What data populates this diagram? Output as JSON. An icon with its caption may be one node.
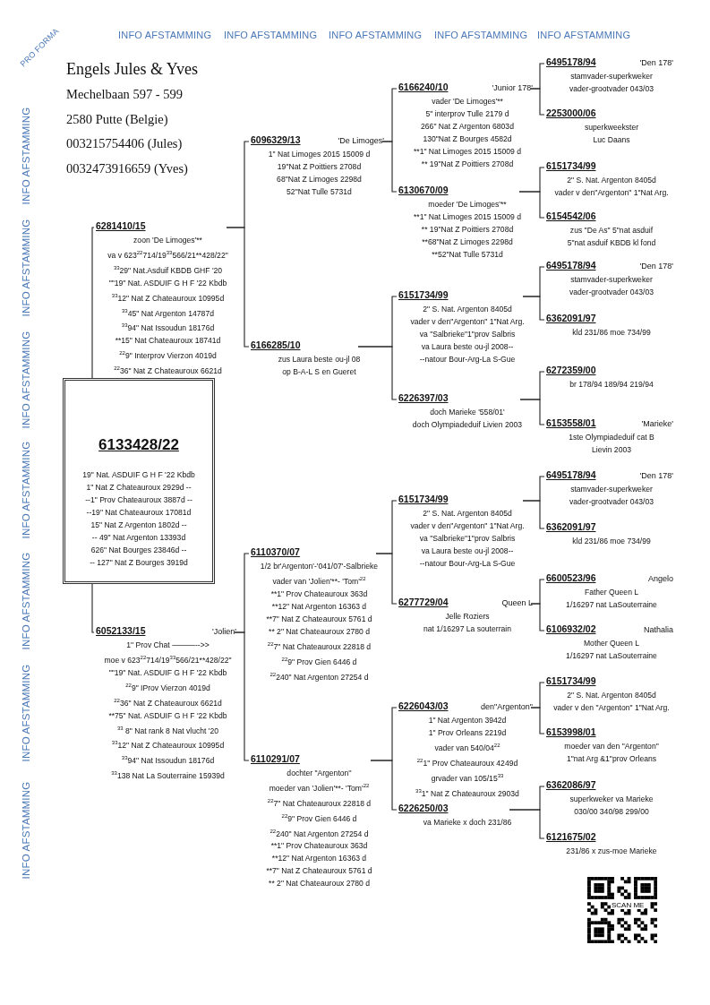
{
  "diagram": {
    "nodes": [
      {
        "text": [
          "6133428/22",
          "19\" Nat. ASDUIF G H F '22 Kbdb",
          "1\" Nat Z Chateauroux 2929d --",
          "--1\" Prov Chateauroux 3887d --",
          "--19\" Nat Chateauroux 17081d",
          "15\" Nat Z Argenton 1802d --",
          "-- 49\" Nat Argenton 13393d",
          "626\" Nat Bourges 23846d --",
          "-- 127\" Nat Z Bourges 3919d"
        ]
      },
      {
        "text": [
          "6281410/15",
          "zoon 'De Limoges'**",
          "va v 623$^{22}$714/19$^{33}$566/21**428/22\"",
          "$^{33}$29\" Nat.Asduif KBDB GHF '20",
          "\"\"19\" Nat. ASDUIF G H F '22 Kbdb",
          "$^{33}$12\" Nat Z Chateauroux 10995d",
          "$^{33}$45\" Nat Argenton 14787d",
          "$^{33}$94\" Nat Issoudun 18176d",
          "**15\" Nat Chateauroux 18741d",
          "$^{22}$9\" Interprov Vierzon 4019d",
          "$^{22}$36\" Nat Z Chateauroux 6621d"
        ]
      },
      {
        "text": [
          "6052133/15",
          "'Jolien'",
          "1\" Prov Chat ———-->>",
          "moe v 623$^{22}$714/19$^{33}$566/21**428/22\"",
          "\"\"19\" Nat. ASDUIF G H F '22 Kbdb",
          "$^{22}$9\" IProv Vierzon 4019d",
          "$^{22}$36\" Nat Z Chateauroux 6621d",
          "**75\" Nat. ASDUIF G H F '22 Kbdb",
          "$^{33}$ 8\" Nat rank 8 Nat vlucht '20",
          "$^{33}$12\" Nat Z Chateauroux 10995d",
          "$^{33}$94\" Nat Issoudun 18176d",
          "$^{33}$138 Nat La Souterraine 15939d"
        ]
      },
      {
        "text": [
          "6096329/13",
          "'De Limoges'",
          "1\" Nat Limoges 2015  15009 d",
          "19\"Nat Z Poittiers 2708d",
          "68\"Nat Z Limoges 2298d",
          "52\"Nat Tulle 5731d"
        ]
      },
      {
        "text": [
          "6166285/10",
          "zus Laura beste ou-jl 08",
          "op B-A-L S en Gueret"
        ]
      },
      {
        "text": [
          "6110370/07",
          "1/2 br'Argenton'-'041/07'-Salbrieke",
          "vader van 'Jolien'**- 'Tom'$^{22}$",
          "**1\" Prov Chateauroux 363d",
          "**12\" Nat Argenton 16363 d",
          "**7\" Nat Z Chateauroux 5761 d",
          "** 2\" Nat Chateauroux 2780 d",
          "$^{22}$7\" Nat Chateauroux 22818 d",
          "$^{22}$9\" Prov Gien 6446 d",
          "$^{22}$240\" Nat Argenton 27254 d"
        ]
      },
      {
        "text": [
          "6110291/07",
          "dochter \"Argenton''",
          "moeder van 'Jolien'**- 'Tom'$^{22}$",
          "$^{22}$7\" Nat Chateauroux 22818 d",
          "$^{22}$9\" Prov Gien 6446 d",
          "$^{22}$240\" Nat Argenton 27254 d",
          "**1\" Prov Chateauroux 363d",
          "**12\" Nat Argenton 16363 d",
          "**7\" Nat Z Chateauroux 5761 d",
          "** 2\" Nat Chateauroux 2780 d"
        ]
      },
      {
        "text": [
          "6166240/10",
          "'Junior 178'",
          "vader 'De Limoges'**",
          "5\" interprov Tulle 2179 d",
          "266\" Nat Z Argenton 6803d",
          "130\"Nat Z Bourges 4582d",
          "**1\" Nat Limoges 2015  15009 d",
          "** 19\"Nat Z Poittiers 2708d"
        ]
      },
      {
        "text": [
          "6130670/09",
          "moeder  'De Limoges'**",
          "**1\" Nat Limoges 2015  15009 d",
          "** 19\"Nat Z Poittiers 2708d",
          "**68\"Nat Z Limoges 2298d",
          "**52\"Nat Tulle 5731d"
        ]
      },
      {
        "text": [
          "6151734/99",
          "2\" S. Nat. Argenton 8405d",
          "vader v den\"Argenton\" 1\"Nat Arg.",
          "va \"Salbrieke\"1\"prov Salbris",
          "va Laura beste ou-jl 2008--",
          "--natour Bour-Arg-La S-Gue"
        ]
      },
      {
        "text": [
          "6226397/03",
          "doch Marieke '558/01'",
          "doch Olympiadeduif Livien 2003"
        ]
      },
      {
        "text": [
          "6151734/99",
          "2\" S. Nat. Argenton 8405d",
          "vader v den\"Argenton\" 1\"Nat Arg.",
          "va \"Salbrieke\"1\"prov Salbris",
          "va Laura beste ou-jl 2008--",
          "--natour Bour-Arg-La S-Gue"
        ]
      },
      {
        "text": [
          "6277729/04",
          "Queen L",
          "Jelle Roziers",
          "nat 1/16297 La souterrain"
        ]
      },
      {
        "text": [
          "6226043/03",
          "den\"Argenton\"",
          "1\" Nat Argenton 3942d",
          "1\" Prov Orleans 2219d",
          "vader van 540/04$^{22}$",
          "$^{22}$1\" Prov Chateauroux 4249d",
          "grvader van 105/15$^{33}$",
          "$^{33}$1\" Nat Z Chateauroux 2903d"
        ]
      },
      {
        "text": [
          "6226250/03",
          "va Marieke x doch 231/86"
        ]
      },
      {
        "text": [
          "6495178/94",
          "'Den 178'",
          "stamvader-superkweker",
          "vader-grootvader 043/03"
        ]
      },
      {
        "text": [
          "2253000/06",
          "superkweekster",
          "Luc Daans"
        ]
      },
      {
        "text": [
          "6151734/99",
          "2\" S. Nat. Argenton 8405d",
          "vader v den\"Argenton\" 1\"Nat Arg."
        ]
      },
      {
        "text": [
          "6154542/06",
          "zus \"De As\" 5\"nat asduif",
          "5\"nat asduif KBDB kl fond"
        ]
      },
      {
        "text": [
          "6495178/94",
          "'Den 178'",
          "stamvader-superkweker",
          "vader-grootvader 043/03"
        ]
      },
      {
        "text": [
          "6362091/97",
          "kld 231/86 moe 734/99"
        ]
      },
      {
        "text": [
          "6272359/00",
          "br 178/94 189/94 219/94"
        ]
      },
      {
        "text": [
          "6153558/01",
          "'Marieke'",
          "1ste Olympiadeduif cat B",
          "Lievin 2003"
        ]
      },
      {
        "text": [
          "6495178/94",
          "'Den 178'",
          "stamvader-superkweker",
          "vader-grootvader 043/03"
        ]
      },
      {
        "text": [
          "6362091/97",
          "kld 231/86 moe 734/99"
        ]
      },
      {
        "text": [
          "6600523/96",
          "Angelo",
          "Father Queen L",
          "1/16297 nat LaSouterraine"
        ]
      },
      {
        "text": [
          "6106932/02",
          "Nathalia",
          "Mother Queen L",
          "1/16297 nat LaSouterraine"
        ]
      },
      {
        "text": [
          "6151734/99",
          "2\" S. Nat. Argenton 8405d",
          "vader v den \"Argenton\" 1\"Nat Arg."
        ]
      },
      {
        "text": [
          "6153998/01",
          "moeder van den \"Argenton\"",
          "1\"nat Arg &1\"prov Orleans"
        ]
      },
      {
        "text": [
          "6362086/97",
          "superkweker va Marieke",
          "030/00 340/98 299/00"
        ]
      },
      {
        "text": [
          "6121675/02",
          "231/86 x zus-moe Marieke"
        ]
      }
    ],
    "edges": [
      {
        "from": 0,
        "to": 1,
        "arrow": "none"
      },
      {
        "from": 0,
        "to": 2,
        "arrow": "none"
      },
      {
        "from": 1,
        "to": 3,
        "arrow": "none"
      },
      {
        "from": 1,
        "to": 4,
        "arrow": "none"
      },
      {
        "from": 2,
        "to": 5,
        "arrow": "none"
      },
      {
        "from": 2,
        "to": 6,
        "arrow": "none"
      },
      {
        "from": 3,
        "to": 7,
        "arrow": "none"
      },
      {
        "from": 3,
        "to": 8,
        "arrow": "none"
      },
      {
        "from": 4,
        "to": 9,
        "arrow": "none"
      },
      {
        "from": 4,
        "to": 10,
        "arrow": "none"
      },
      {
        "from": 5,
        "to": 11,
        "arrow": "none"
      },
      {
        "from": 5,
        "to": 12,
        "arrow": "none"
      },
      {
        "from": 6,
        "to": 13,
        "arrow": "none"
      },
      {
        "from": 6,
        "to": 14,
        "arrow": "none"
      },
      {
        "from": 7,
        "to": 15,
        "arrow": "none"
      },
      {
        "from": 7,
        "to": 16,
        "arrow": "none"
      },
      {
        "from": 8,
        "to": 17,
        "arrow": "none"
      },
      {
        "from": 8,
        "to": 18,
        "arrow": "none"
      },
      {
        "from": 9,
        "to": 19,
        "arrow": "none"
      },
      {
        "from": 9,
        "to": 20,
        "arrow": "none"
      },
      {
        "from": 10,
        "to": 21,
        "arrow": "none"
      },
      {
        "from": 10,
        "to": 22,
        "arrow": "none"
      },
      {
        "from": 11,
        "to": 23,
        "arrow": "none"
      },
      {
        "from": 11,
        "to": 24,
        "arrow": "none"
      },
      {
        "from": 12,
        "to": 25,
        "arrow": "none"
      },
      {
        "from": 12,
        "to": 26,
        "arrow": "none"
      },
      {
        "from": 13,
        "to": 27,
        "arrow": "none"
      },
      {
        "from": 13,
        "to": 28,
        "arrow": "none"
      },
      {
        "from": 14,
        "to": 29,
        "arrow": "none"
      },
      {
        "from": 14,
        "to": 30,
        "arrow": "none"
      }
    ],
    "labels": [
      "PRO FORMA",
      "INFO AFSTAMMING",
      "INFO AFSTAMMING",
      "INFO AFSTAMMING",
      "INFO AFSTAMMING",
      "INFO AFSTAMMING",
      "Engels Jules & Yves",
      "Mechelbaan 597 - 599",
      "2580 Putte  (Belgie)",
      "003215754406 (Jules)",
      "0032473916659 (Yves)",
      "INFO AFSTAMMING",
      "INFO AFSTAMMING",
      "INFO AFSTAMMING",
      "INFO AFSTAMMING",
      "INFO AFSTAMMING",
      "INFO AFSTAMMING",
      "INFO AFSTAMMING",
      "SCAN ME"
    ]
  }
}
